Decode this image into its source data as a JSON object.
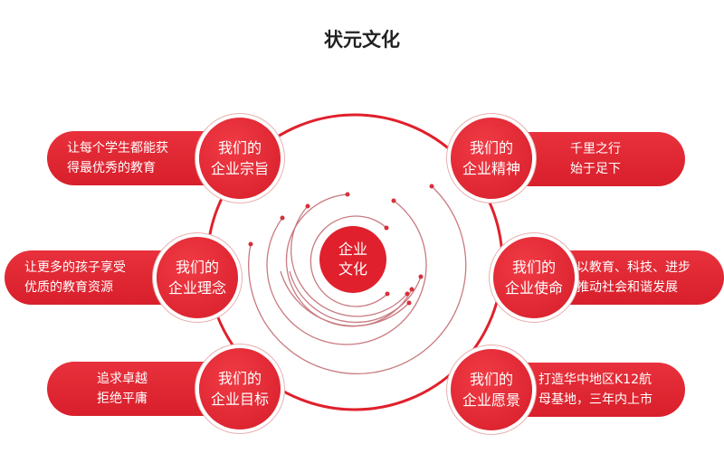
{
  "title": "状元文化",
  "center": {
    "line1": "企业",
    "line2": "文化"
  },
  "items": [
    {
      "h1": "我们的",
      "h2": "企业宗旨",
      "t1": "让每个学生都能获",
      "t2": "得最优秀的教育"
    },
    {
      "h1": "我们的",
      "h2": "企业理念",
      "t1": "让更多的孩子享受",
      "t2": "优质的教育资源"
    },
    {
      "h1": "我们的",
      "h2": "企业目标",
      "t1": "追求卓越",
      "t2": "拒绝平庸"
    },
    {
      "h1": "我们的",
      "h2": "企业精神",
      "t1": "千里之行",
      "t2": "始于足下"
    },
    {
      "h1": "我们的",
      "h2": "企业使命",
      "t1": "以教育、科技、进步",
      "t2": "推动社会和谐发展"
    },
    {
      "h1": "我们的",
      "h2": "企业愿景",
      "t1": "打造华中地区K12航",
      "t2": "母基地，三年内上市"
    }
  ],
  "colors": {
    "accent": "#e0202c"
  }
}
